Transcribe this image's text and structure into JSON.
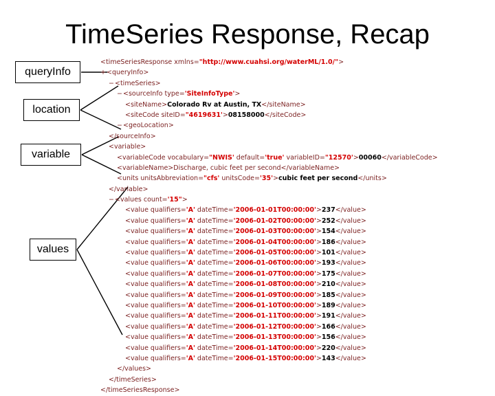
{
  "slide": {
    "title": "TimeSeries Response, Recap"
  },
  "callouts": [
    {
      "id": "queryinfo",
      "label": "queryInfo"
    },
    {
      "id": "location",
      "label": "location"
    },
    {
      "id": "variable",
      "label": "variable"
    },
    {
      "id": "values",
      "label": "values"
    }
  ],
  "colors": {
    "tag": "#7a1f1f",
    "attribute_value": "#d40000",
    "text_node": "#000000",
    "box_border": "#000000",
    "background": "#ffffff"
  },
  "xml": {
    "root_open": {
      "tag_open": "<timeSeriesResponse xmlns=",
      "ns_value": "\"http://www.cuahsi.org/waterML/1.0/\"",
      "tag_close": ">"
    },
    "queryinfo_line": {
      "toggle": "+",
      "text": "<queryInfo>"
    },
    "timeseries_open": {
      "toggle": "−",
      "text": "<timeSeries>"
    },
    "sourceinfo_open": {
      "toggle": "−",
      "pre": "<sourceInfo type=",
      "value": "'SiteInfoType'",
      "post": ">"
    },
    "sitename": {
      "open": "<siteName>",
      "text": "Colorado Rv at Austin, TX",
      "close": "</siteName>"
    },
    "sitecode": {
      "pre": "<siteCode siteID=",
      "value": "\"4619631'",
      "mid": ">",
      "text": "08158000",
      "close": "</siteCode>"
    },
    "geolocation": {
      "toggle": "−",
      "text": "<geoLocation>"
    },
    "sourceinfo_close": "</sourceInfo>",
    "variable_open": "<variable>",
    "variablecode": {
      "pre": "<variableCode vocabulary=",
      "v1": "\"NWIS'",
      "mid1": " default=",
      "v2": "'true'",
      "mid2": " variableID=",
      "v3": "\"12570'",
      "mid3": ">",
      "text": "00060",
      "close": "</variableCode>"
    },
    "variablename": {
      "open": "<variableName>",
      "text": "Discharge, cubic feet per second",
      "close": "</variableName>"
    },
    "units": {
      "pre": "<units unitsAbbreviation=",
      "v1": "\"cfs'",
      "mid1": " unitsCode=",
      "v2": "'35'",
      "mid2": ">",
      "text": "cubic feet per second",
      "close": "</units>"
    },
    "variable_close": "</variable>",
    "values_open": {
      "toggle": "−",
      "pre": "<values count=",
      "value": "'15\"",
      "post": ">"
    },
    "value_rows": [
      {
        "pre": "<value qualifiers=",
        "q": "'A'",
        "mid": " dateTime=",
        "dt": "'2006-01-01T00:00:00'",
        "gt": ">",
        "val": "237",
        "close": "</value>"
      },
      {
        "pre": "<value qualifiers=",
        "q": "'A'",
        "mid": " dateTime=",
        "dt": "'2006-01-02T00:00:00'",
        "gt": ">",
        "val": "252",
        "close": "</value>"
      },
      {
        "pre": "<value qualifiers=",
        "q": "'A'",
        "mid": " dateTime=",
        "dt": "'2006-01-03T00:00:00'",
        "gt": ">",
        "val": "154",
        "close": "</value>"
      },
      {
        "pre": "<value qualifiers=",
        "q": "'A'",
        "mid": " dateTime=",
        "dt": "'2006-01-04T00:00:00'",
        "gt": ">",
        "val": "186",
        "close": "</value>"
      },
      {
        "pre": "<value qualifiers=",
        "q": "'A'",
        "mid": " dateTime=",
        "dt": "'2006-01-05T00:00:00'",
        "gt": ">",
        "val": "101",
        "close": "</value>"
      },
      {
        "pre": "<value qualifiers=",
        "q": "'A'",
        "mid": " dateTime=",
        "dt": "'2006-01-06T00:00:00'",
        "gt": ">",
        "val": "193",
        "close": "</value>"
      },
      {
        "pre": "<value qualifiers=",
        "q": "'A'",
        "mid": " dateTime=",
        "dt": "'2006-01-07T00:00:00'",
        "gt": ">",
        "val": "175",
        "close": "</value>"
      },
      {
        "pre": "<value qualifiers=",
        "q": "'A'",
        "mid": " dateTime=",
        "dt": "'2006-01-08T00:00:00'",
        "gt": ">",
        "val": "210",
        "close": "</value>"
      },
      {
        "pre": "<value qualifiers=",
        "q": "'A'",
        "mid": " dateTime=",
        "dt": "'2006-01-09T00:00:00'",
        "gt": ">",
        "val": "185",
        "close": "</value>"
      },
      {
        "pre": "<value qualifiers=",
        "q": "'A'",
        "mid": " dateTime=",
        "dt": "'2006-01-10T00:00:00'",
        "gt": ">",
        "val": "189",
        "close": "</value>"
      },
      {
        "pre": "<value qualifiers=",
        "q": "'A'",
        "mid": " dateTime=",
        "dt": "'2006-01-11T00:00:00'",
        "gt": ">",
        "val": "191",
        "close": "</value>"
      },
      {
        "pre": "<value qualifiers=",
        "q": "'A'",
        "mid": " dateTime=",
        "dt": "'2006-01-12T00:00:00'",
        "gt": ">",
        "val": "166",
        "close": "</value>"
      },
      {
        "pre": "<value qualifiers=",
        "q": "'A'",
        "mid": " dateTime=",
        "dt": "'2006-01-13T00:00:00'",
        "gt": ">",
        "val": "156",
        "close": "</value>"
      },
      {
        "pre": "<value qualifiers=",
        "q": "'A'",
        "mid": " dateTime=",
        "dt": "'2006-01-14T00:00:00'",
        "gt": ">",
        "val": "220",
        "close": "</value>"
      },
      {
        "pre": "<value qualifiers=",
        "q": "'A'",
        "mid": " dateTime=",
        "dt": "'2006-01-15T00:00:00'",
        "gt": ">",
        "val": "143",
        "close": "</value>"
      }
    ],
    "values_close": "</values>",
    "timeseries_close": "</timeSeries>",
    "root_close": "</timeSeriesResponse>"
  }
}
